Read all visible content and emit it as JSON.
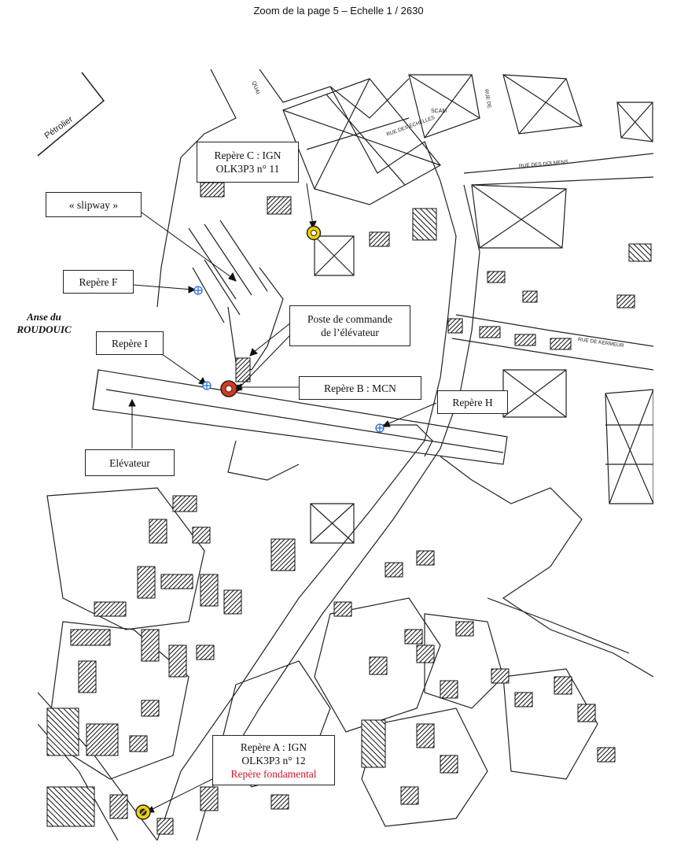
{
  "page_title": "Zoom de la page 5 – Echelle 1 / 2630",
  "place_name": {
    "line1": "Anse du",
    "line2": "ROUDOUIC"
  },
  "corner_label": "Pétrolier",
  "streets": {
    "quai": "QUAI",
    "scam": "SCAM",
    "rue_top_right": "RUE DE",
    "rue_des_echelles": "RUE DES ÉCHELLES",
    "rue_des_dolmens": "RUE DES DOLMENS",
    "rue_right": "RUE DE KERMEUR"
  },
  "callouts": {
    "repere_c": {
      "line1": "Repère C : IGN",
      "line2": "OLK3P3 n° 11"
    },
    "slipway": "« slipway »",
    "repere_f": "Repère F",
    "poste": {
      "line1": "Poste de commande",
      "line2": "de l’élévateur"
    },
    "repere_i": "Repère I",
    "repere_b": "Repère B : MCN",
    "repere_h": "Repère H",
    "elevateur": "Elévateur",
    "repere_a": {
      "line1": "Repère A : IGN",
      "line2": "OLK3P3 n° 12",
      "line3": "Repère fondamental"
    }
  },
  "colors": {
    "ink": "#222222",
    "marker_yellow": "#f2d20a",
    "marker_red": "#d9381e",
    "marker_blue": "#2a6fd6",
    "text_red": "#d0142a"
  }
}
